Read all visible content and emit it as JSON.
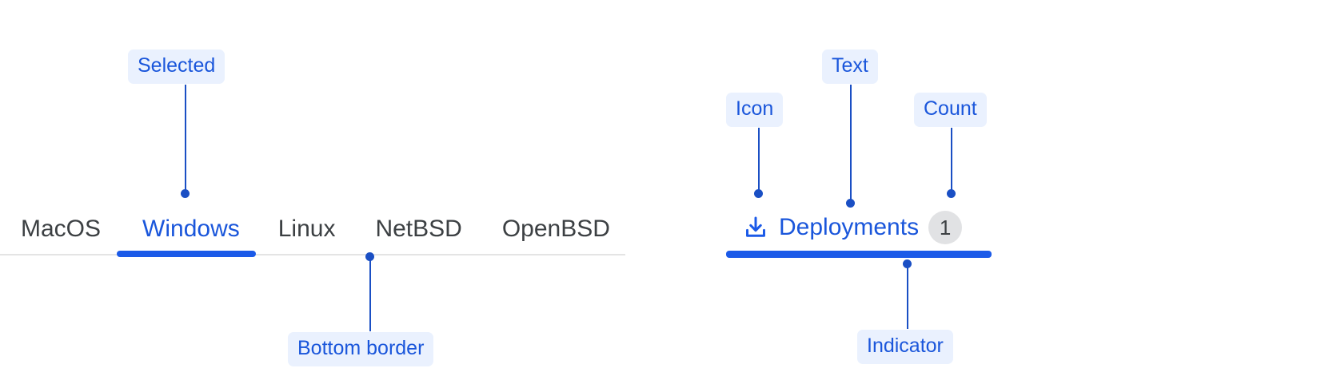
{
  "annotations": [
    {
      "id": "selected",
      "label": "Selected"
    },
    {
      "id": "bottom-border",
      "label": "Bottom border"
    },
    {
      "id": "icon",
      "label": "Icon"
    },
    {
      "id": "text",
      "label": "Text"
    },
    {
      "id": "count",
      "label": "Count"
    },
    {
      "id": "indicator",
      "label": "Indicator"
    }
  ],
  "left_tabstrip": {
    "tabs": [
      {
        "label": "MacOS",
        "active": false
      },
      {
        "label": "Windows",
        "active": true
      },
      {
        "label": "Linux",
        "active": false
      },
      {
        "label": "NetBSD",
        "active": false
      },
      {
        "label": "OpenBSD",
        "active": false
      }
    ]
  },
  "right_tab": {
    "icon": "download-icon",
    "label": "Deployments",
    "count": "1"
  },
  "colors": {
    "accent_blue": "#1b5ae8",
    "link_blue": "#1a56db",
    "annotation_line": "#1a4fc4",
    "annotation_chip_bg": "#eaf1fe",
    "inactive_text": "#3c4043",
    "rule": "#e4e4e4",
    "badge_bg": "#e1e2e4",
    "background": "#ffffff"
  }
}
